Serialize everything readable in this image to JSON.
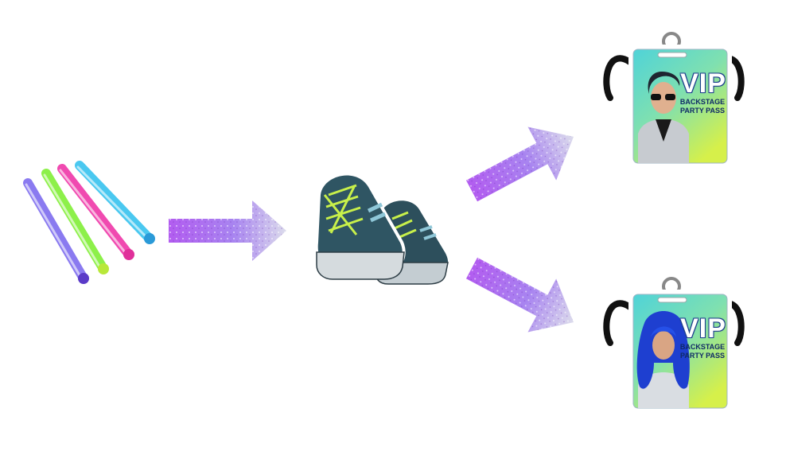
{
  "colors": {
    "glitter_start": "#b25cf0",
    "glitter_mid": "#c9a7f0",
    "glitter_end": "#e6e6f2",
    "shoe_body": "#2d4f5c",
    "shoe_lace": "#c8f04a",
    "pass_top": "#4fd3d8",
    "pass_bottom": "#d6f04a"
  },
  "icons": {
    "glowsticks": "glowsticks-icon",
    "sneakers": "sneakers-icon",
    "pass_male": "vip-pass-male-icon",
    "pass_female": "vip-pass-female-icon"
  },
  "pass_top": {
    "line1": "VIP",
    "line2": "BACKSTAGE",
    "line3": "PARTY PASS"
  },
  "pass_bottom": {
    "line1": "VIP",
    "line2": "BACKSTAGE",
    "line3": "PARTY PASS"
  }
}
